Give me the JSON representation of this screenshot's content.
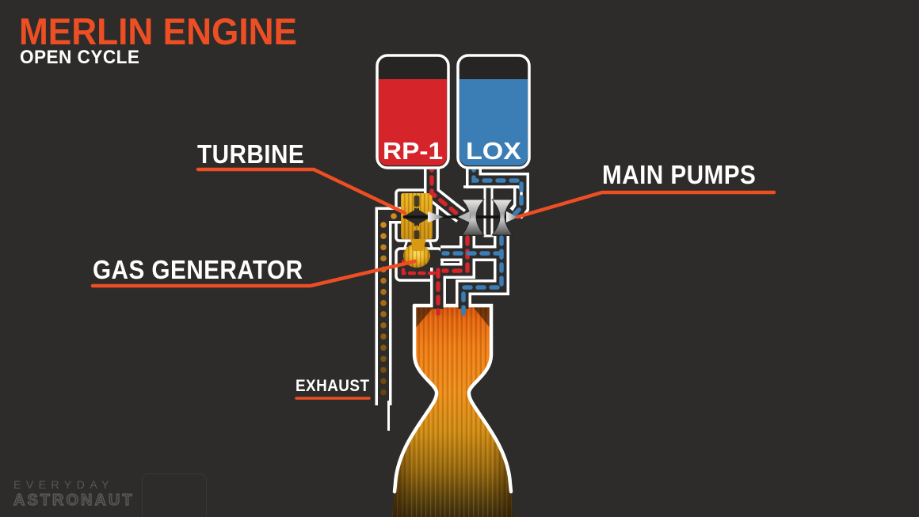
{
  "title": {
    "main": "MERLIN ENGINE",
    "subtitle": "OPEN CYCLE"
  },
  "labels": {
    "turbine": "TURBINE",
    "main_pumps": "MAIN PUMPS",
    "gas_generator": "GAS GENERATOR",
    "exhaust": "EXHAUST"
  },
  "tanks": {
    "fuel": {
      "label": "RP-1"
    },
    "oxidizer": {
      "label": "LOX"
    }
  },
  "watermark": {
    "line1": "EVERYDAY",
    "line2": "ASTRONAUT"
  },
  "colors": {
    "background": "#2D2C2A",
    "accent_orange": "#EE4E23",
    "fuel_red": "#D5252B",
    "lox_blue": "#3B7DB5",
    "turbine_gold": "#DD9F14",
    "exhaust_amber": "#C8821E",
    "flame_orange": "#F07C15",
    "label_white": "#FFFFFF",
    "watermark_gray": "#575757"
  }
}
